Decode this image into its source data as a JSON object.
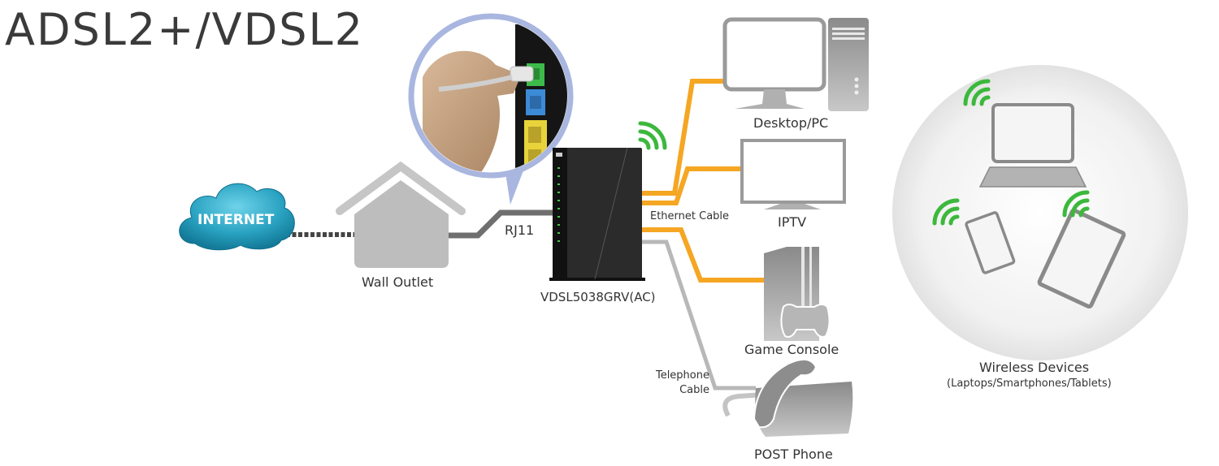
{
  "title": "ADSL2+/VDSL2",
  "nodes": {
    "internet": {
      "label": "INTERNET",
      "icon": "cloud-icon",
      "color": "#2ba6c4"
    },
    "wall_outlet": {
      "label": "Wall Outlet",
      "icon": "house-icon"
    },
    "router": {
      "label": "VDSL5038GRV(AC)",
      "icon": "router-icon"
    },
    "desktop": {
      "label": "Desktop/PC",
      "icon": "desktop-pc-icon"
    },
    "iptv": {
      "label": "IPTV",
      "icon": "tv-icon"
    },
    "game_console": {
      "label": "Game Console",
      "icon": "game-console-icon"
    },
    "phone": {
      "label": "POST Phone",
      "icon": "telephone-icon"
    },
    "wireless": {
      "label": "Wireless Devices",
      "sublabel": "(Laptops/Smartphones/Tablets)",
      "icon": "wireless-devices-icon"
    }
  },
  "connections": {
    "rj11": {
      "label": "RJ11",
      "color": "#777777"
    },
    "ethernet": {
      "label": "Ethernet Cable",
      "color": "#f5a623"
    },
    "telephone": {
      "label_line1": "Telephone",
      "label_line2": "Cable",
      "color": "#b5b5b5"
    }
  },
  "colors": {
    "wifi": "#3cb83c",
    "callout_ring": "#a9b6df",
    "device_gray": "#9a9a9a"
  }
}
